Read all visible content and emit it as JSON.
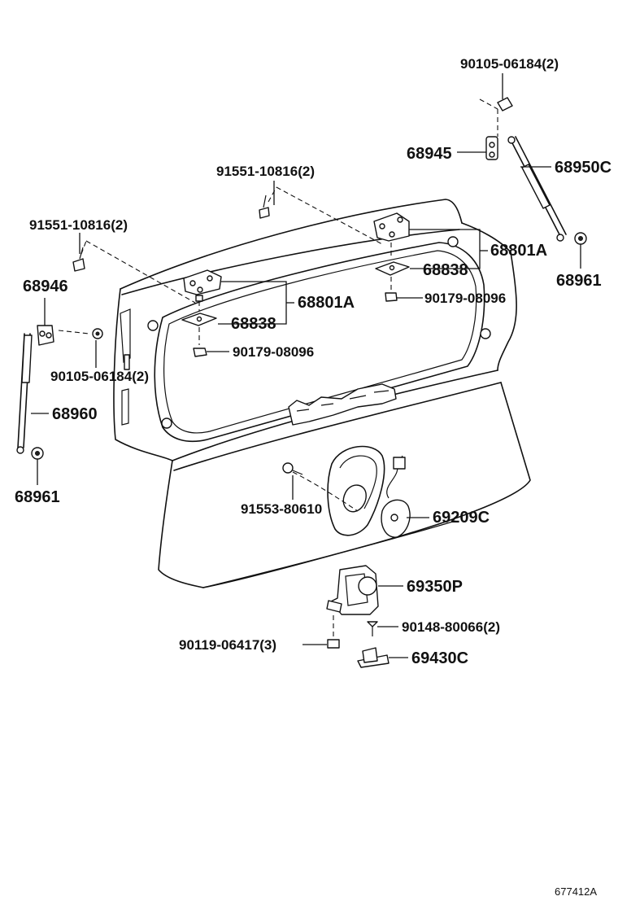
{
  "labels": {
    "p90105_top": "90105-06184(2)",
    "p68945": "68945",
    "p68950C": "68950C",
    "p91551_mid": "91551-10816(2)",
    "p91551_left": "91551-10816(2)",
    "p68801A_right": "68801A",
    "p68838_right": "68838",
    "p90179_right": "90179-08096",
    "p68961_right": "68961",
    "p68946": "68946",
    "p68801A_left": "68801A",
    "p68838_left": "68838",
    "p90179_left": "90179-08096",
    "p90105_left": "90105-06184(2)",
    "p68960": "68960",
    "p68961_left": "68961",
    "p91553": "91553-80610",
    "p69209C": "69209C",
    "p69350P": "69350P",
    "p90148": "90148-80066(2)",
    "p90119": "90119-06417(3)",
    "p69430C": "69430C"
  },
  "diagram_ref": "677412A"
}
